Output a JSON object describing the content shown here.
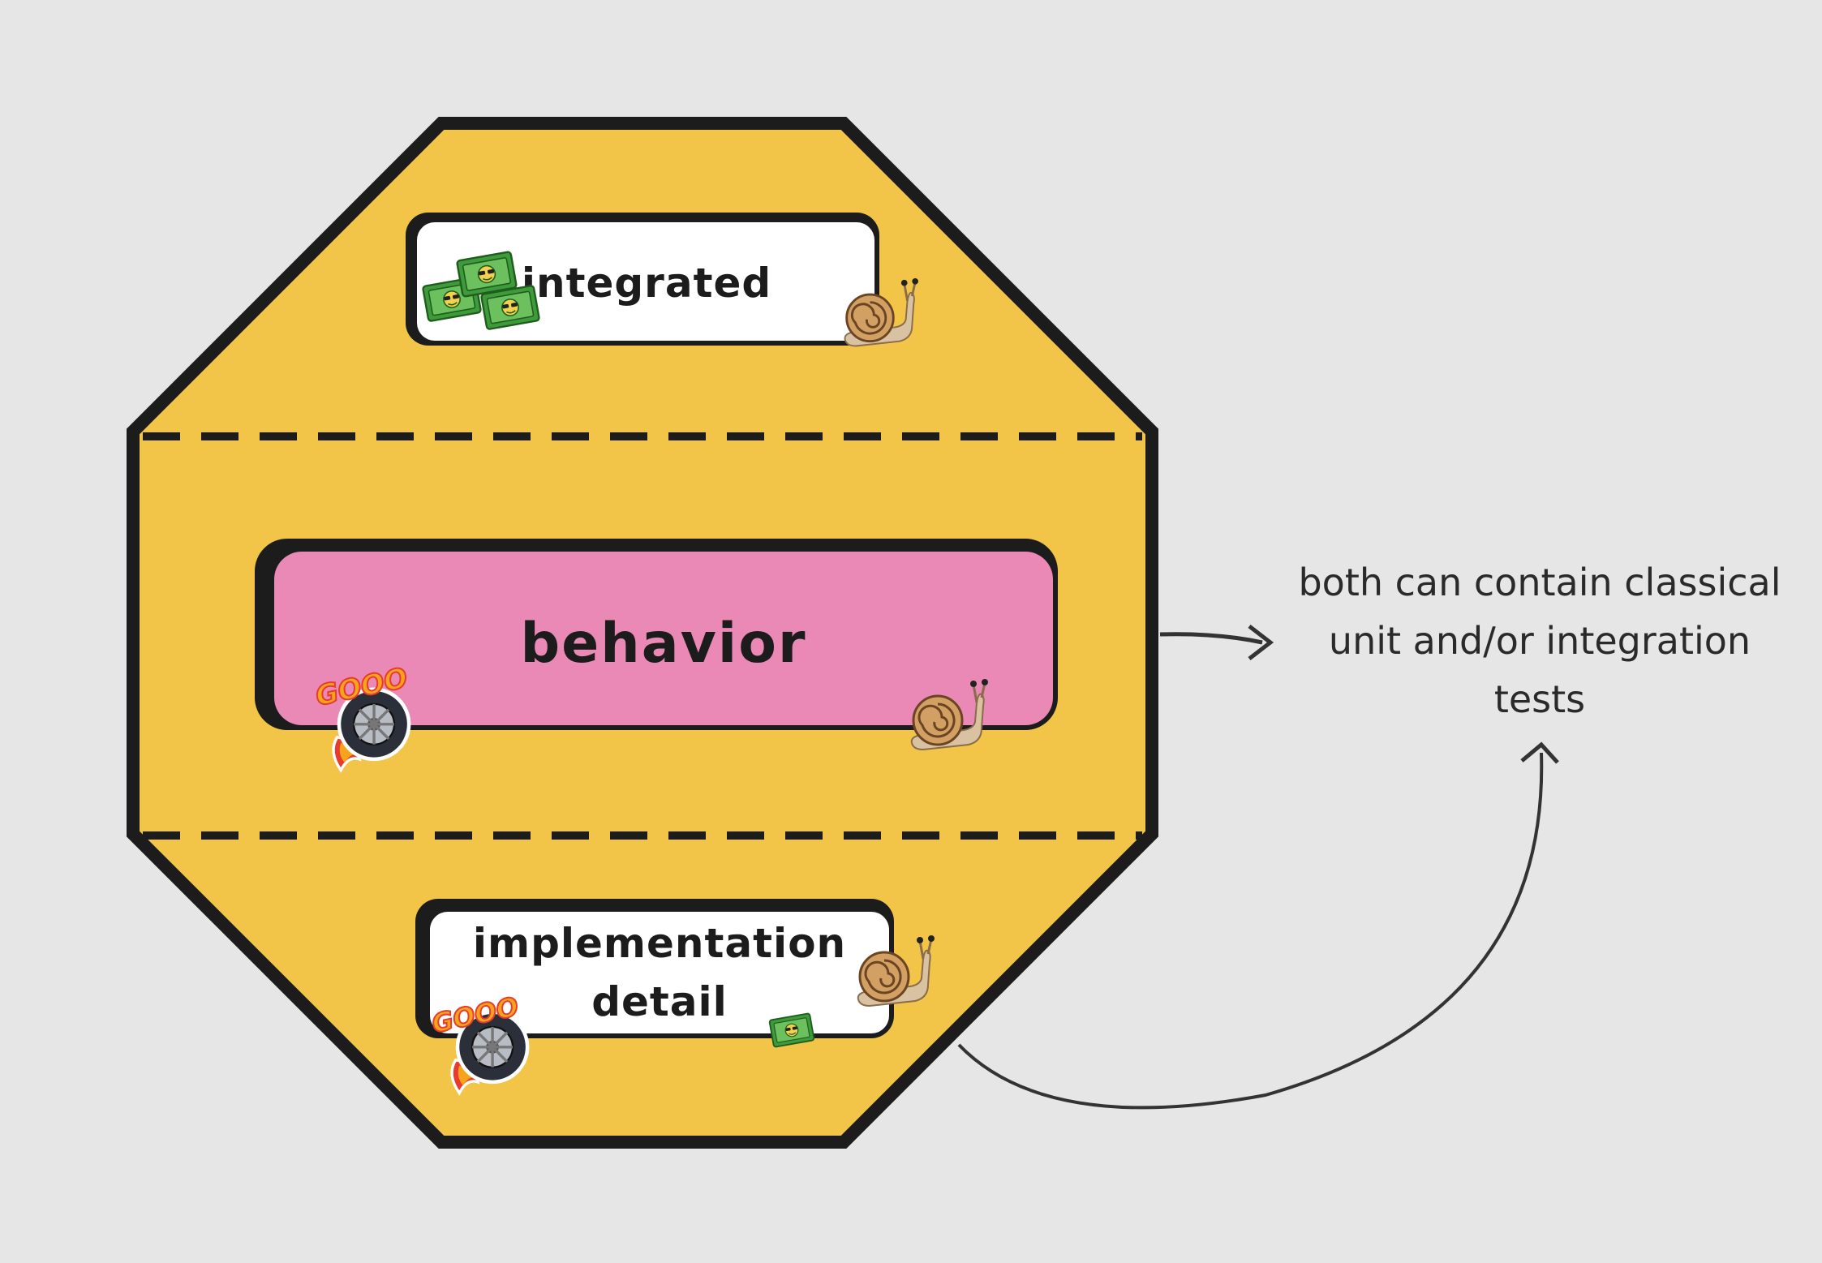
{
  "boxes": {
    "top": {
      "label": "integrated"
    },
    "middle": {
      "label": "behavior"
    },
    "bottom": {
      "line1": "implementation",
      "line2": "detail"
    }
  },
  "annotation": {
    "line1": "both can contain classical",
    "line2": "unit and/or integration",
    "line3": "tests"
  },
  "colors": {
    "background": "#e6e6e6",
    "octagon_fill": "#f2c548",
    "outline": "#1c1c1c",
    "box_fill": "#ffffff",
    "behavior_fill": "#ea89b5",
    "money_green": "#3e9a3a",
    "snail_shell": "#d3a064",
    "flame_red": "#e83a2e",
    "flame_orange": "#f6a51b",
    "arrow": "#333333"
  },
  "stickers": {
    "snail": "snail-icon",
    "money": "money-icon",
    "tire": "speed-tire-icon",
    "gooo_text": "GOOO"
  }
}
